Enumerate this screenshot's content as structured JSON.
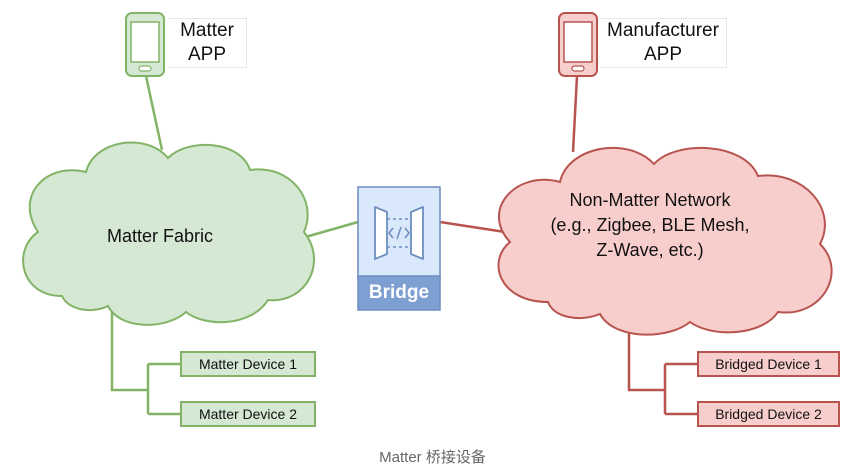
{
  "apps": {
    "matter": {
      "line1": "Matter",
      "line2": "APP",
      "icon": "smartphone-icon",
      "color": "#82b366"
    },
    "manufacturer": {
      "line1": "Manufacturer",
      "line2": "APP",
      "icon": "smartphone-icon",
      "color": "#b85450"
    }
  },
  "clouds": {
    "matter_fabric": {
      "label": "Matter Fabric",
      "fill": "#d5e8d4",
      "stroke": "#82b366"
    },
    "non_matter": {
      "line1": "Non-Matter Network",
      "line2": "(e.g., Zigbee, BLE Mesh,",
      "line3": "Z-Wave, etc.)",
      "fill": "#f8cecc",
      "stroke": "#b85450"
    }
  },
  "bridge": {
    "label": "Bridge",
    "icon": "code-gateway-icon",
    "fill": "#dae8fc",
    "accent": "#6c8ebf"
  },
  "devices": {
    "matter": [
      "Matter Device 1",
      "Matter Device 2"
    ],
    "bridged": [
      "Bridged Device 1",
      "Bridged Device 2"
    ]
  },
  "caption": "Matter 桥接设备"
}
